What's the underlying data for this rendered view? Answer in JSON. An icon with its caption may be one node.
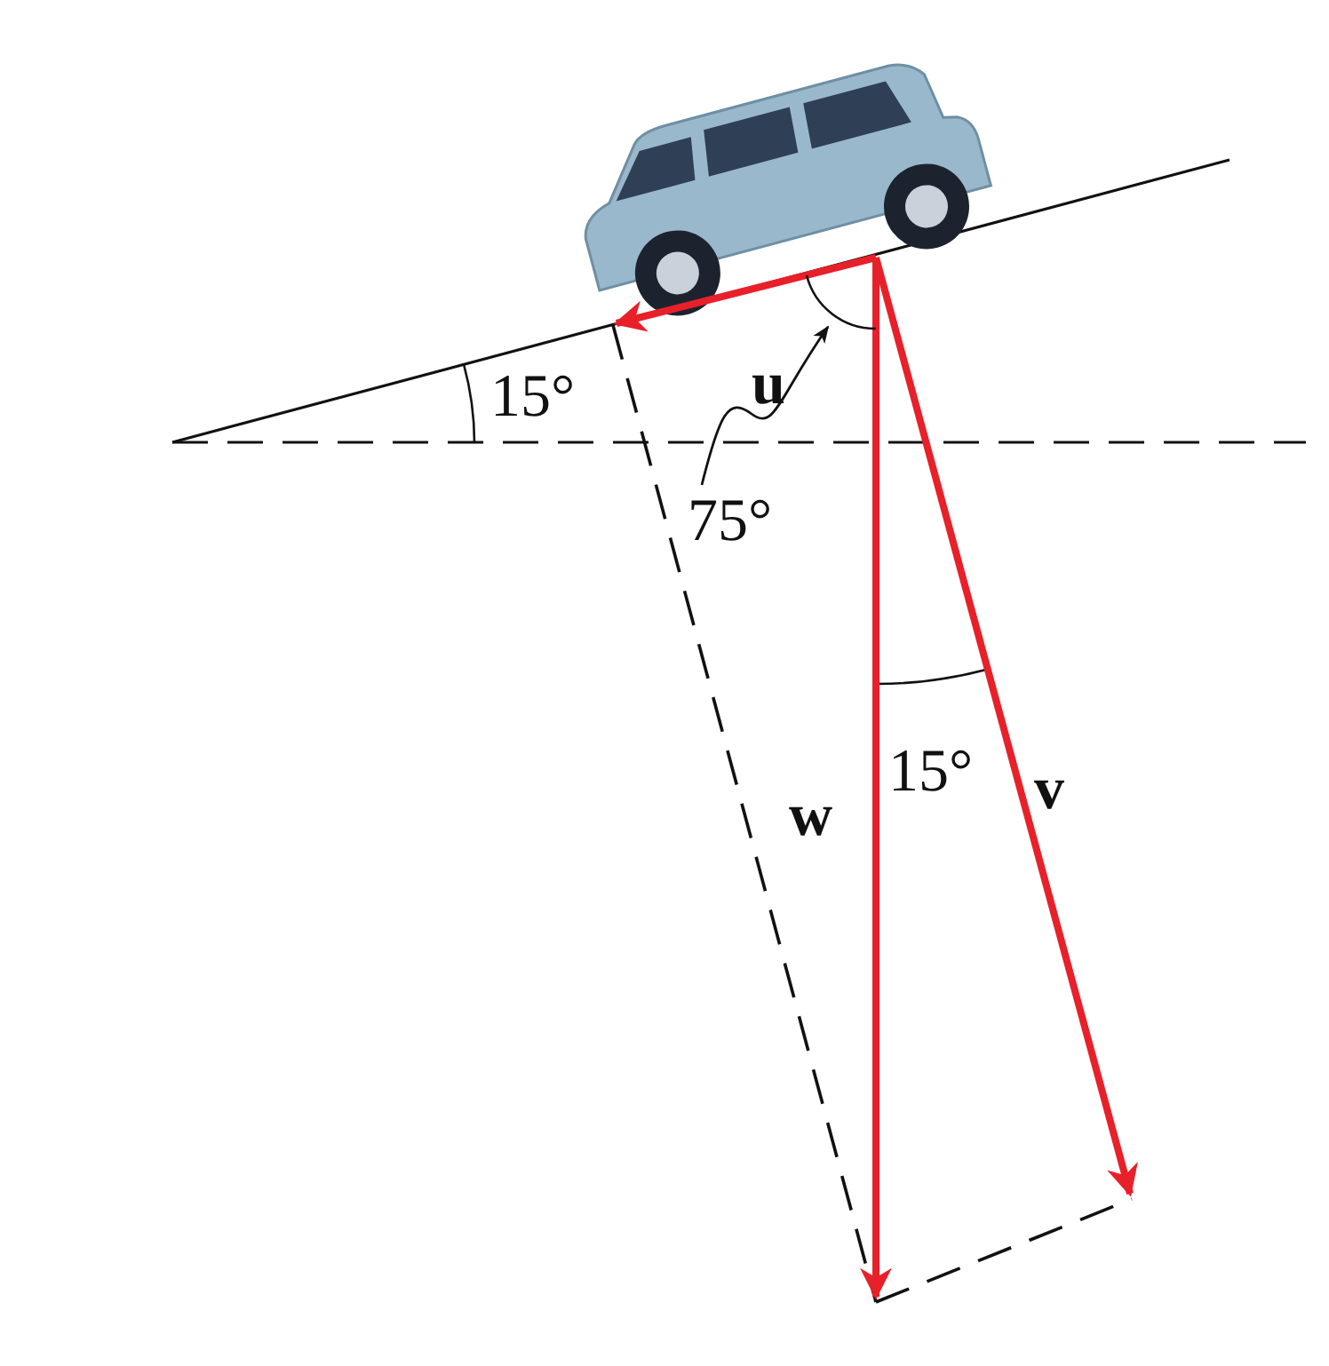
{
  "diagram": {
    "nodes": [
      {
        "text": [
          "75°"
        ]
      },
      {
        "text": [],
        "shape": "arc"
      }
    ],
    "edges": [
      {
        "from": 0,
        "to": 1,
        "arrow": "to"
      }
    ],
    "labels": [
      "u",
      "15°",
      "w",
      "15°",
      "v"
    ]
  }
}
